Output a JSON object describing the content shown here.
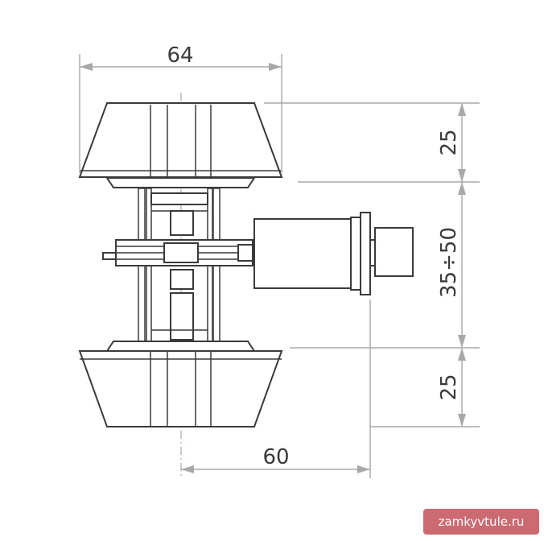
{
  "dimensions": {
    "overall_width": "64",
    "knob_height_top": "25",
    "door_thickness": "35÷50",
    "knob_height_bottom": "25",
    "backset": "60"
  },
  "watermark": "zamkyvtule.ru",
  "colors": {
    "line": "#3a3a3a",
    "dimension_line": "#a8a8a8",
    "watermark_bg": "#cc6a72"
  }
}
